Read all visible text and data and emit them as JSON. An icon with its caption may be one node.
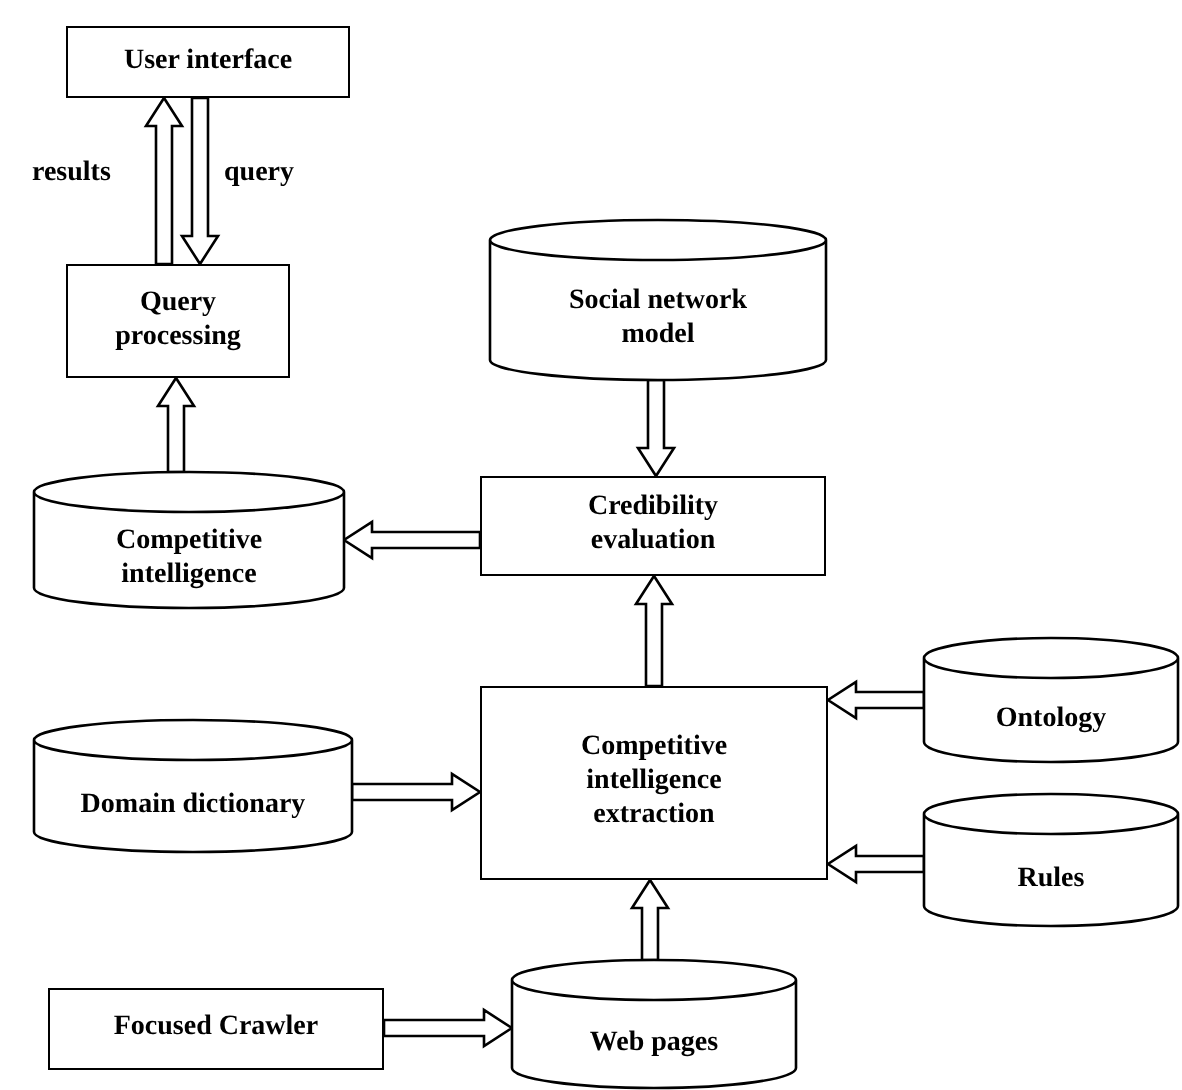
{
  "diagram": {
    "nodes": [
      {
        "text": [
          "User interface"
        ]
      },
      {
        "text": [
          "Query processing"
        ]
      },
      {
        "text": [
          "Competitive intelligence"
        ]
      },
      {
        "text": [
          "Social network model"
        ]
      },
      {
        "text": [
          "Credibility evaluation"
        ]
      },
      {
        "text": [
          "Competitive intelligence extraction"
        ]
      },
      {
        "text": [
          "Ontology"
        ]
      },
      {
        "text": [
          "Domain dictionary"
        ]
      },
      {
        "text": [
          "Rules"
        ]
      },
      {
        "text": [
          "Focused Crawler"
        ]
      },
      {
        "text": [
          "Web pages"
        ]
      }
    ],
    "edges": [
      {
        "from": 1,
        "to": 0,
        "arrow": "to",
        "label": "results"
      },
      {
        "from": 0,
        "to": 1,
        "arrow": "to",
        "label": "query"
      },
      {
        "from": 2,
        "to": 1,
        "arrow": "to"
      },
      {
        "from": 4,
        "to": 2,
        "arrow": "to"
      },
      {
        "from": 3,
        "to": 4,
        "arrow": "to"
      },
      {
        "from": 5,
        "to": 4,
        "arrow": "to"
      },
      {
        "from": 6,
        "to": 5,
        "arrow": "to"
      },
      {
        "from": 7,
        "to": 5,
        "arrow": "to"
      },
      {
        "from": 8,
        "to": 5,
        "arrow": "to"
      },
      {
        "from": 9,
        "to": 10,
        "arrow": "to"
      },
      {
        "from": 10,
        "to": 5,
        "arrow": "to"
      }
    ]
  }
}
